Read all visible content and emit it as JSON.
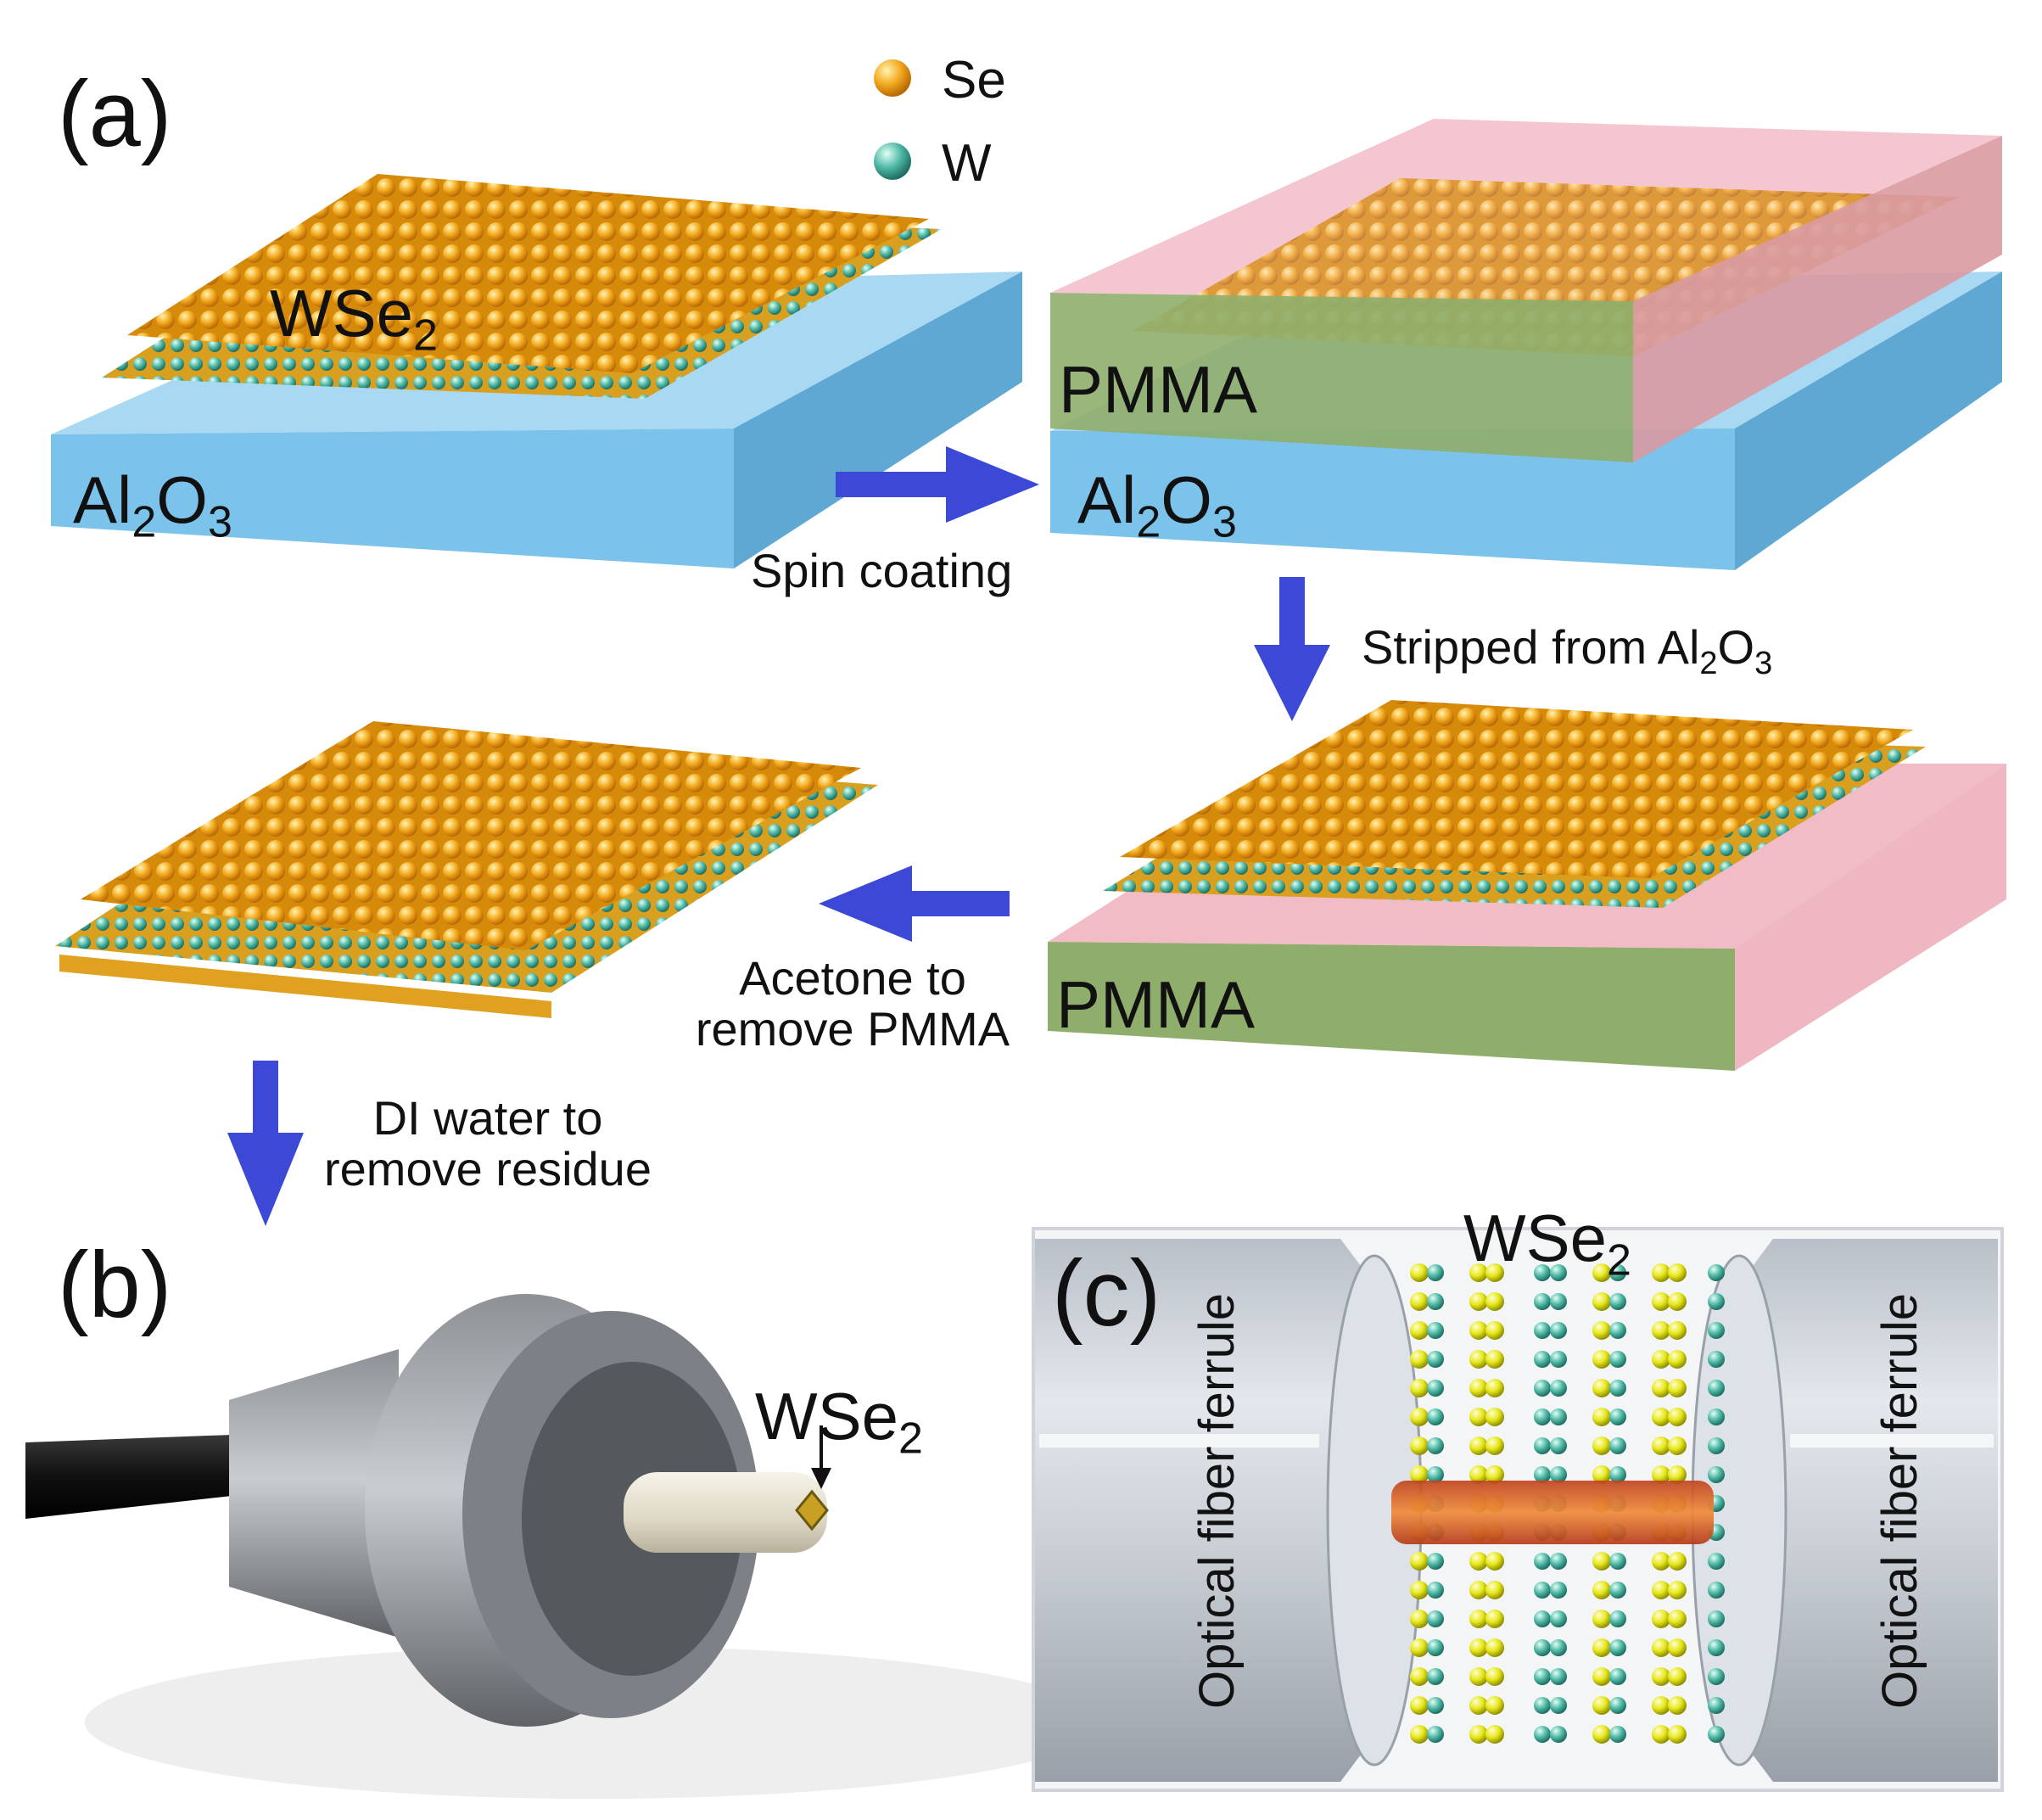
{
  "panels": {
    "a": "(a)",
    "b": "(b)",
    "c": "(c)"
  },
  "legend": [
    {
      "element": "Se",
      "color": "#f2a81d"
    },
    {
      "element": "W",
      "color": "#4fb8a5"
    }
  ],
  "layers": {
    "wse2": {
      "base": "WSe",
      "sub": "2"
    },
    "al2o3": {
      "a": "Al",
      "s1": "2",
      "b": "O",
      "s2": "3"
    },
    "pmma": "PMMA"
  },
  "steps": {
    "spin": "Spin coating",
    "stripped": {
      "pre": "Stripped from Al",
      "s1": "2",
      "mid": "O",
      "s2": "3"
    },
    "acetone_line1": "Acetone to",
    "acetone_line2": "remove PMMA",
    "di_line1": "DI water to",
    "di_line2": "remove residue"
  },
  "fiber_label": "Optical fiber ferrule",
  "colors": {
    "se_atom": "#f2a81d",
    "w_atom": "#4fb8a5",
    "al2o3_top": "#a9d8f2",
    "al2o3_front": "#7cc3ec",
    "pmma_green": "#8fae6b",
    "pmma_pink": "#f2bcc7",
    "arrow": "#3c49d6"
  }
}
